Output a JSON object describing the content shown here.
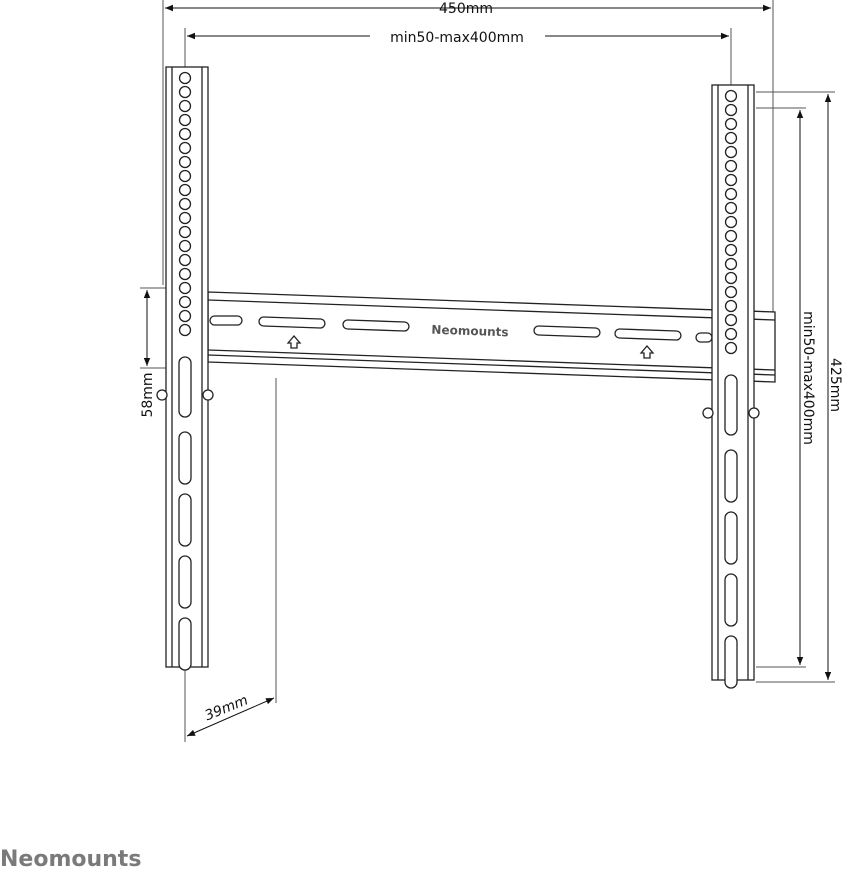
{
  "dimensions": {
    "overall_width": "450mm",
    "vesa_horizontal": "min50-max400mm",
    "vesa_vertical": "min50-max400mm",
    "overall_height": "425mm",
    "rail_adjust": "58mm",
    "wall_distance": "39mm"
  },
  "crossbar_label": "Neomounts",
  "brand_logo": "Neomounts",
  "colors": {
    "line": "#111111",
    "brand": "#7a7a7a"
  }
}
